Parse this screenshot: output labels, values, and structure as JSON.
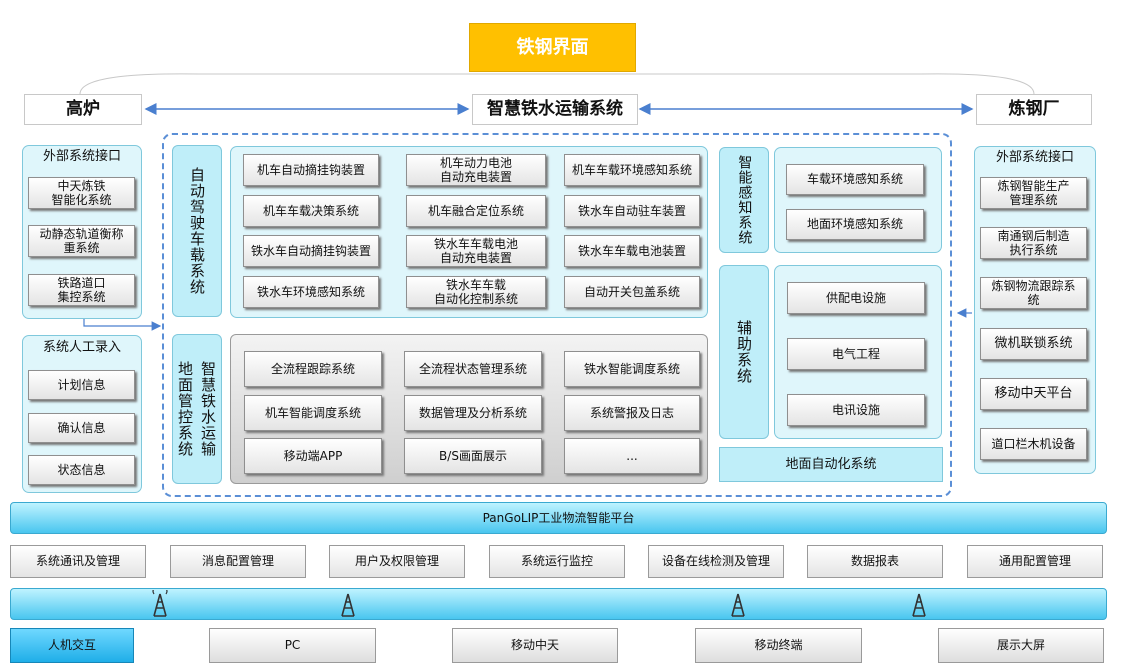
{
  "top_title": "铁钢界面",
  "top_row": {
    "left": "高炉",
    "center": "智慧铁水运输系统",
    "right": "炼钢厂"
  },
  "left_col": {
    "ext_title": "外部系统接口",
    "ext_items": [
      "中天炼铁\n智能化系统",
      "动静态轨道衡称\n重系统",
      "铁路道口\n集控系统"
    ],
    "manual_title": "系统人工录入",
    "manual_items": [
      "计划信息",
      "确认信息",
      "状态信息"
    ]
  },
  "onboard": {
    "label": "自动驾驶车载系统",
    "items": [
      "机车自动摘挂钩装置",
      "机车动力电池\n自动充电装置",
      "机车车载环境感知系统",
      "机车车载决策系统",
      "机车融合定位系统",
      "铁水车自动驻车装置",
      "铁水车自动摘挂钩装置",
      "铁水车车载电池\n自动充电装置",
      "铁水车车载电池装置",
      "铁水车环境感知系统",
      "铁水车车载\n自动化控制系统",
      "自动开关包盖系统"
    ]
  },
  "ground": {
    "label": "地面管控系统",
    "label2": "智慧铁水运输",
    "items": [
      "全流程跟踪系统",
      "全流程状态管理系统",
      "铁水智能调度系统",
      "机车智能调度系统",
      "数据管理及分析系统",
      "系统警报及日志",
      "移动端APP",
      "B/S画面展示",
      "..."
    ]
  },
  "perception": {
    "label": "智能感知系统",
    "items": [
      "车载环境感知系统",
      "地面环境感知系统"
    ]
  },
  "auxiliary": {
    "label": "辅助系统",
    "items": [
      "供配电设施",
      "电气工程",
      "电讯设施"
    ]
  },
  "ground_auto": "地面自动化系统",
  "right_col": {
    "ext_title": "外部系统接口",
    "items": [
      "炼钢智能生产\n管理系统",
      "南通钢后制造\n执行系统",
      "炼钢物流跟踪系\n统",
      "微机联锁系统",
      "移动中天平台",
      "道口栏木机设备"
    ]
  },
  "platform": "PanGoLIP工业物流智能平台",
  "services": [
    "系统通讯及管理",
    "消息配置管理",
    "用户及权限管理",
    "系统运行监控",
    "设备在线检测及管理",
    "数据报表",
    "通用配置管理"
  ],
  "antenna_icons": [
    "antenna-icon",
    "antenna-icon",
    "antenna-icon",
    "antenna-icon"
  ],
  "devices": [
    "人机交互",
    "PC",
    "移动中天",
    "移动终端",
    "展示大屏"
  ],
  "colors": {
    "title_bg": "#ffc000",
    "panel": "#dff6fb",
    "bar": "#49c6ef",
    "arrow": "#4a7fcf"
  }
}
